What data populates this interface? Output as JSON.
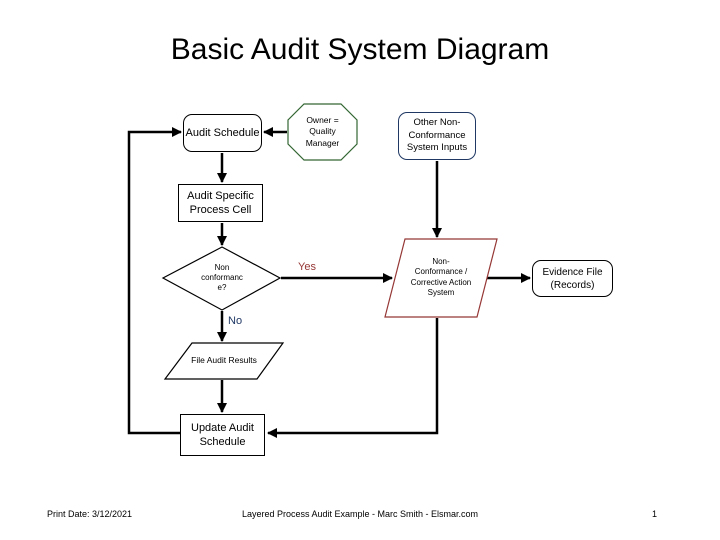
{
  "title": "Basic Audit System Diagram",
  "nodes": {
    "audit_schedule": "Audit Schedule",
    "owner": "Owner =\nQuality\nManager",
    "other_inputs": "Other Non-\nConformance\nSystem Inputs",
    "audit_process_cell": "Audit Specific\nProcess Cell",
    "nonconformance_decision": "Non\nconformanc\ne?",
    "nc_corrective_system": "Non-\nConformance /\nCorrective Action\nSystem",
    "evidence_file": "Evidence File\n(Records)",
    "file_audit_results": "File Audit Results",
    "update_schedule": "Update Audit\nSchedule"
  },
  "edge_labels": {
    "yes": "Yes",
    "no": "No"
  },
  "colors": {
    "line": "#000000",
    "owner_border_green": "#336633",
    "inputs_border_navy": "#1f3864",
    "nc_border_red": "#953735",
    "yes_text_red": "#953735",
    "no_text_navy": "#1f3864"
  },
  "footer": {
    "print_date": "Print Date: 3/12/2021",
    "credit": "Layered Process Audit Example - Marc Smith - Elsmar.com",
    "page_number": "1"
  }
}
